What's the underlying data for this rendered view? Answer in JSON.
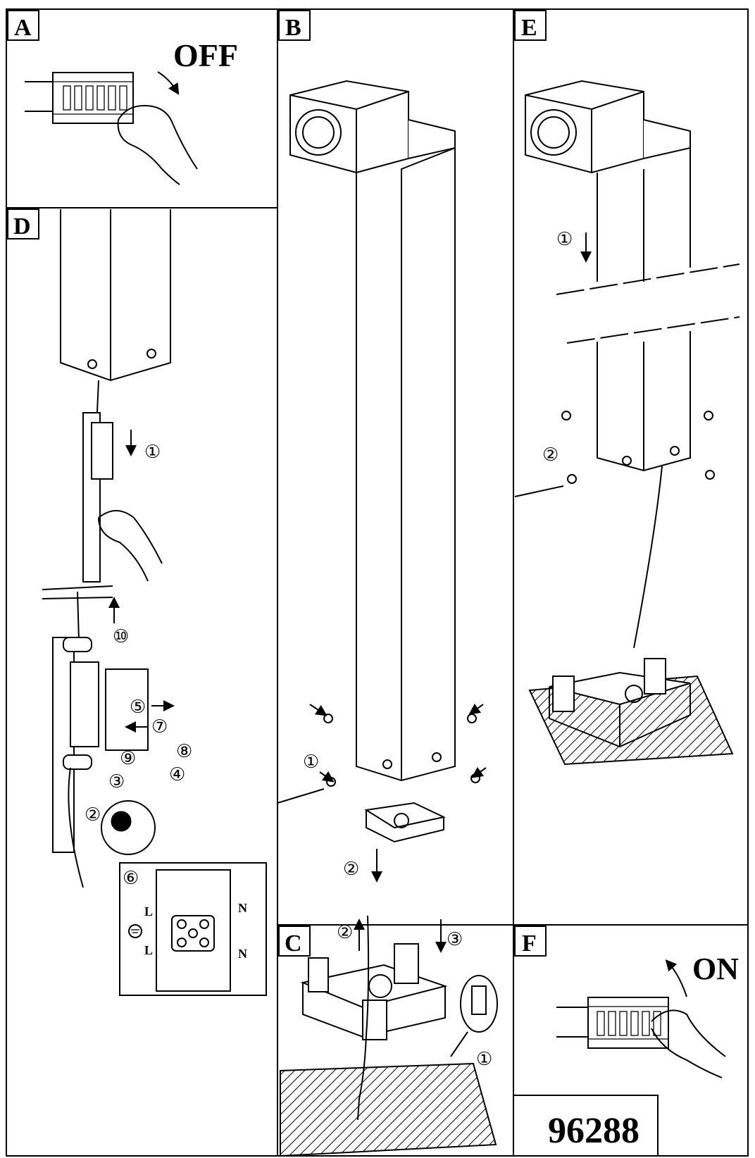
{
  "document": {
    "model_number": "96288"
  },
  "panels": [
    {
      "id": "A",
      "label": "A",
      "texts": {
        "switch_state": "OFF"
      }
    },
    {
      "id": "B",
      "label": "B",
      "steps": [
        "①",
        "②"
      ]
    },
    {
      "id": "C",
      "label": "C",
      "steps": [
        "②",
        "③",
        "①"
      ]
    },
    {
      "id": "D",
      "label": "D",
      "steps": [
        "①",
        "⑩",
        "⑤",
        "⑦",
        "⑧",
        "⑨",
        "④",
        "③",
        "②"
      ],
      "inset": {
        "step": "⑥",
        "terminal_labels": [
          "L",
          "N",
          "L",
          "N"
        ]
      }
    },
    {
      "id": "E",
      "label": "E",
      "steps": [
        "①",
        "②"
      ]
    },
    {
      "id": "F",
      "label": "F",
      "texts": {
        "switch_state": "ON"
      }
    }
  ],
  "colors": {
    "ink": "#000000",
    "paper": "#ffffff"
  },
  "icons": [
    "earth-ground-icon",
    "arrow-icon",
    "screwdriver-icon",
    "hand-icon",
    "circuit-breaker-icon"
  ]
}
